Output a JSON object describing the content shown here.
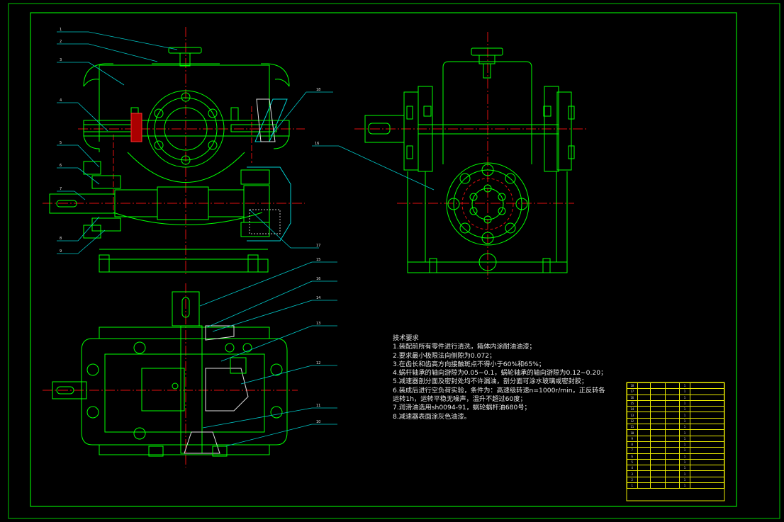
{
  "notes": {
    "title": "技术要求",
    "items": [
      "1.装配前所有零件进行清洗，箱体内涂耐油油漆；",
      "2.要求最小极限法向侧隙为0.072；",
      "3.在齿长和齿高方向接触斑点不得小于60%和65%；",
      "4.蜗杆轴承的轴向游隙为0.05∼0.1，蜗轮轴承的轴向游隙为0.12∼0.20；",
      "5.减速器剖分面及密封处均不许漏油，剖分面可涂水玻璃或密封胶；",
      "6.装成后进行空负荷实验，条件为：高速级转速n=1000r/min，正反转各",
      "运转1h，运转平稳无噪声，温升不超过60度；",
      "7.润滑油选用sh0094-91，蜗轮蜗杆油680号；",
      "8.减速器表面涂灰色油漆。"
    ]
  },
  "balloons": {
    "front_left": [
      "1",
      "2",
      "3",
      "4",
      "5",
      "6",
      "7",
      "8",
      "9"
    ],
    "front_right": [
      "18",
      "17"
    ],
    "side": [
      "16"
    ],
    "top_view": [
      "15",
      "16",
      "14",
      "13",
      "12",
      "11",
      "10"
    ]
  },
  "colors": {
    "frame": "#00e000",
    "part": "#00ff00",
    "leader": "#00c8c8",
    "centerline": "#e01010",
    "text": "#e8e8e8",
    "table": "#eaea00"
  },
  "bom_rows": [
    [
      "18",
      "",
      "",
      "",
      "1",
      ""
    ],
    [
      "17",
      "",
      "",
      "",
      "1",
      ""
    ],
    [
      "16",
      "",
      "",
      "",
      "1",
      ""
    ],
    [
      "15",
      "",
      "",
      "",
      "1",
      ""
    ],
    [
      "14",
      "",
      "",
      "",
      "1",
      ""
    ],
    [
      "13",
      "",
      "",
      "",
      "1",
      ""
    ],
    [
      "12",
      "",
      "",
      "",
      "1",
      ""
    ],
    [
      "11",
      "",
      "",
      "",
      "1",
      ""
    ],
    [
      "10",
      "",
      "",
      "",
      "1",
      ""
    ],
    [
      "9",
      "",
      "",
      "",
      "1",
      ""
    ],
    [
      "8",
      "",
      "",
      "",
      "1",
      ""
    ],
    [
      "7",
      "",
      "",
      "",
      "1",
      ""
    ],
    [
      "6",
      "",
      "",
      "",
      "1",
      ""
    ],
    [
      "5",
      "",
      "",
      "",
      "1",
      ""
    ],
    [
      "4",
      "",
      "",
      "",
      "1",
      ""
    ],
    [
      "3",
      "",
      "",
      "",
      "1",
      ""
    ],
    [
      "2",
      "",
      "",
      "",
      "1",
      ""
    ],
    [
      "1",
      "",
      "",
      "",
      "1",
      ""
    ]
  ]
}
